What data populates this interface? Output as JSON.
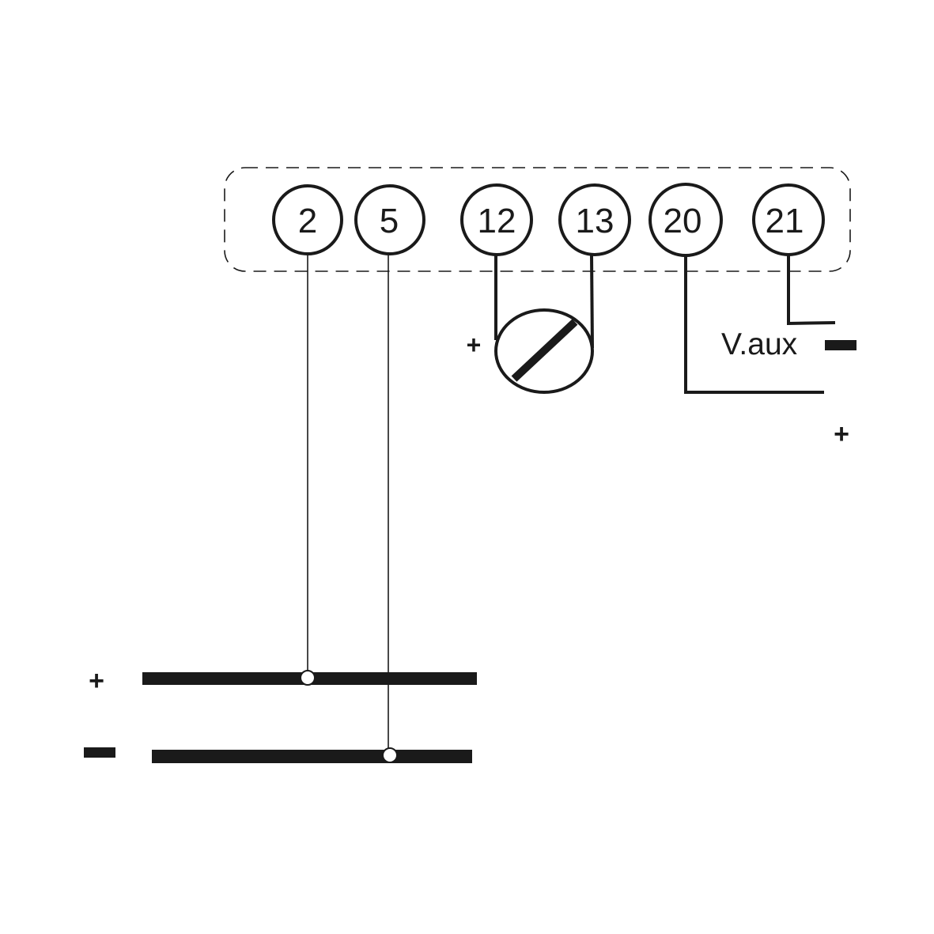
{
  "terminals": [
    {
      "label": "2"
    },
    {
      "label": "5"
    },
    {
      "label": "12"
    },
    {
      "label": "13"
    },
    {
      "label": "20"
    },
    {
      "label": "21"
    }
  ],
  "labels": {
    "vaux": "V.aux",
    "plus": "+",
    "minus": "−"
  },
  "colors": {
    "line": "#1a1a1a",
    "background": "#ffffff"
  }
}
